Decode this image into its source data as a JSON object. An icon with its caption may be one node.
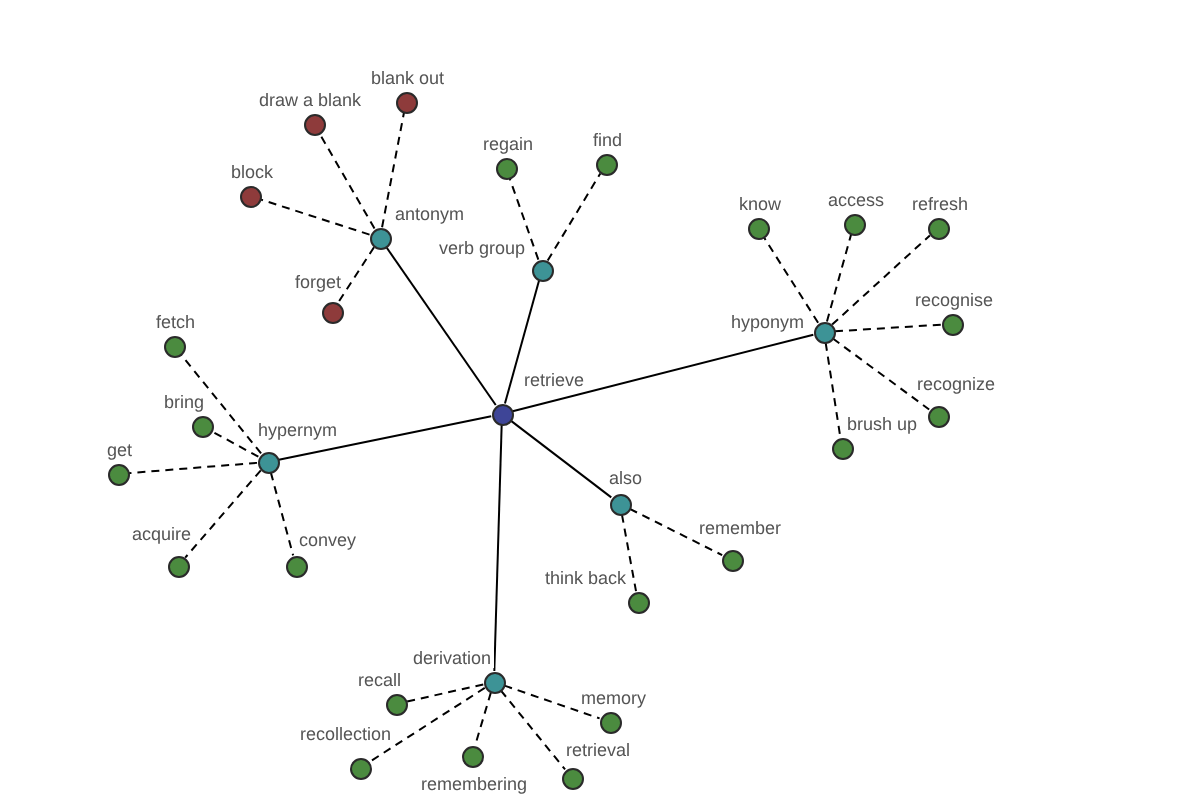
{
  "diagram": {
    "nodes": [
      {
        "text": [
          "retrieve"
        ]
      },
      {
        "text": [
          "antonym"
        ]
      },
      {
        "text": [
          "blank out"
        ]
      },
      {
        "text": [
          "draw a blank"
        ]
      },
      {
        "text": [
          "block"
        ]
      },
      {
        "text": [
          "forget"
        ]
      },
      {
        "text": [
          "verb group"
        ]
      },
      {
        "text": [
          "regain"
        ]
      },
      {
        "text": [
          "find"
        ]
      },
      {
        "text": [
          "hyponym"
        ]
      },
      {
        "text": [
          "know"
        ]
      },
      {
        "text": [
          "access"
        ]
      },
      {
        "text": [
          "refresh"
        ]
      },
      {
        "text": [
          "recognise"
        ]
      },
      {
        "text": [
          "recognize"
        ]
      },
      {
        "text": [
          "brush up"
        ]
      },
      {
        "text": [
          "also"
        ]
      },
      {
        "text": [
          "remember"
        ]
      },
      {
        "text": [
          "think back"
        ]
      },
      {
        "text": [
          "derivation"
        ]
      },
      {
        "text": [
          "recall"
        ]
      },
      {
        "text": [
          "memory"
        ]
      },
      {
        "text": [
          "recollection"
        ]
      },
      {
        "text": [
          "remembering"
        ]
      },
      {
        "text": [
          "retrieval"
        ]
      },
      {
        "text": [
          "hypernym"
        ]
      },
      {
        "text": [
          "fetch"
        ]
      },
      {
        "text": [
          "bring"
        ]
      },
      {
        "text": [
          "get"
        ]
      },
      {
        "text": [
          "acquire"
        ]
      },
      {
        "text": [
          "convey"
        ]
      }
    ],
    "edges": [
      {
        "from": 0,
        "to": 1,
        "arrow": "none"
      },
      {
        "from": 0,
        "to": 6,
        "arrow": "none"
      },
      {
        "from": 0,
        "to": 9,
        "arrow": "none"
      },
      {
        "from": 0,
        "to": 16,
        "arrow": "none"
      },
      {
        "from": 0,
        "to": 19,
        "arrow": "none"
      },
      {
        "from": 0,
        "to": 25,
        "arrow": "none"
      },
      {
        "from": 1,
        "to": 2,
        "arrow": "none",
        "style": "dashed"
      },
      {
        "from": 1,
        "to": 3,
        "arrow": "none",
        "style": "dashed"
      },
      {
        "from": 1,
        "to": 4,
        "arrow": "none",
        "style": "dashed"
      },
      {
        "from": 1,
        "to": 5,
        "arrow": "none",
        "style": "dashed"
      },
      {
        "from": 6,
        "to": 7,
        "arrow": "none",
        "style": "dashed"
      },
      {
        "from": 6,
        "to": 8,
        "arrow": "none",
        "style": "dashed"
      },
      {
        "from": 9,
        "to": 10,
        "arrow": "none",
        "style": "dashed"
      },
      {
        "from": 9,
        "to": 11,
        "arrow": "none",
        "style": "dashed"
      },
      {
        "from": 9,
        "to": 12,
        "arrow": "none",
        "style": "dashed"
      },
      {
        "from": 9,
        "to": 13,
        "arrow": "none",
        "style": "dashed"
      },
      {
        "from": 9,
        "to": 14,
        "arrow": "none",
        "style": "dashed"
      },
      {
        "from": 9,
        "to": 15,
        "arrow": "none",
        "style": "dashed"
      },
      {
        "from": 16,
        "to": 17,
        "arrow": "none",
        "style": "dashed"
      },
      {
        "from": 16,
        "to": 18,
        "arrow": "none",
        "style": "dashed"
      },
      {
        "from": 19,
        "to": 20,
        "arrow": "none",
        "style": "dashed"
      },
      {
        "from": 19,
        "to": 21,
        "arrow": "none",
        "style": "dashed"
      },
      {
        "from": 19,
        "to": 22,
        "arrow": "none",
        "style": "dashed"
      },
      {
        "from": 19,
        "to": 23,
        "arrow": "none",
        "style": "dashed"
      },
      {
        "from": 19,
        "to": 24,
        "arrow": "none",
        "style": "dashed"
      },
      {
        "from": 25,
        "to": 26,
        "arrow": "none",
        "style": "dashed"
      },
      {
        "from": 25,
        "to": 27,
        "arrow": "none",
        "style": "dashed"
      },
      {
        "from": 25,
        "to": 28,
        "arrow": "none",
        "style": "dashed"
      },
      {
        "from": 25,
        "to": 29,
        "arrow": "none",
        "style": "dashed"
      },
      {
        "from": 25,
        "to": 30,
        "arrow": "none",
        "style": "dashed"
      }
    ]
  }
}
